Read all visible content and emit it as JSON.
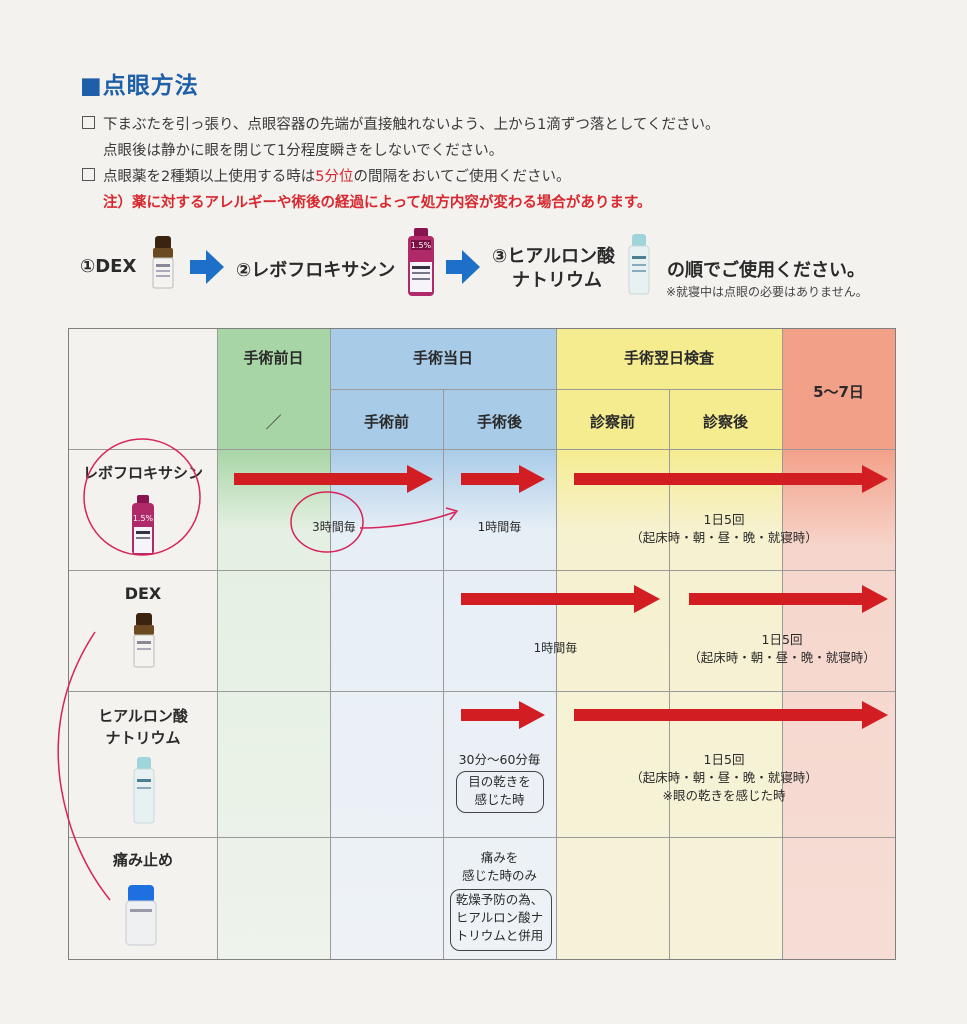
{
  "title": "■点眼方法",
  "instructions": {
    "line1": "下まぶたを引っ張り、点眼容器の先端が直接触れないよう、上から1滴ずつ落としてください。",
    "line1b": "点眼後は静かに眼を閉じて1分程度瞬きをしないでください。",
    "line2_pre": "点眼薬を2種類以上使用する時は",
    "line2_red": "5分位",
    "line2_post": "の間隔をおいてご使用ください。",
    "note": "注）薬に対するアレルギーや術後の経過によって処方内容が変わる場合があります。"
  },
  "order": {
    "step1": "①DEX",
    "step2": "②レボフロキサシン",
    "step2_bottle_label": "1.5%",
    "step3_line1": "③ヒアルロン酸",
    "step3_line2": "ナトリウム",
    "suffix": "の順でご使用ください。",
    "sleep_note": "※就寝中は点眼の必要はありません。"
  },
  "table": {
    "headers": {
      "preop_day": "手術前日",
      "preop_slash": "／",
      "op_day": "手術当日",
      "op_before": "手術前",
      "op_after": "手術後",
      "next_day": "手術翌日検査",
      "exam_before": "診察前",
      "exam_after": "診察後",
      "days_5_7": "5〜7日"
    },
    "rows": [
      {
        "name": "レボフロキサシン",
        "bottle_label": "1.5%",
        "note_a": "3時間毎",
        "note_b": "1時間毎",
        "note_c1": "1日5回",
        "note_c2": "（起床時・朝・昼・晩・就寝時）"
      },
      {
        "name": "DEX",
        "note_a": "1時間毎",
        "note_c1": "1日5回",
        "note_c2": "（起床時・朝・昼・晩・就寝時）"
      },
      {
        "name_line1": "ヒアルロン酸",
        "name_line2": "ナトリウム",
        "note_a1": "30分〜60分毎",
        "note_a2": "目の乾きを",
        "note_a3": "感じた時",
        "note_c1": "1日5回",
        "note_c2": "（起床時・朝・昼・晩・就寝時）",
        "note_c3": "※眼の乾きを感じた時"
      },
      {
        "name": "痛み止め",
        "note_a1": "痛みを",
        "note_a2": "感じた時のみ",
        "note_a3": "乾燥予防の為、",
        "note_a4": "ヒアルロン酸ナ",
        "note_a5": "トリウムと併用"
      }
    ]
  },
  "colors": {
    "accent_blue": "#1d5fa8",
    "red": "#d21d23",
    "green_col": "#a8d5a6",
    "blue_col": "#a8cbe8",
    "yellow_col": "#f5ec8f",
    "salmon_col": "#f3a089"
  }
}
